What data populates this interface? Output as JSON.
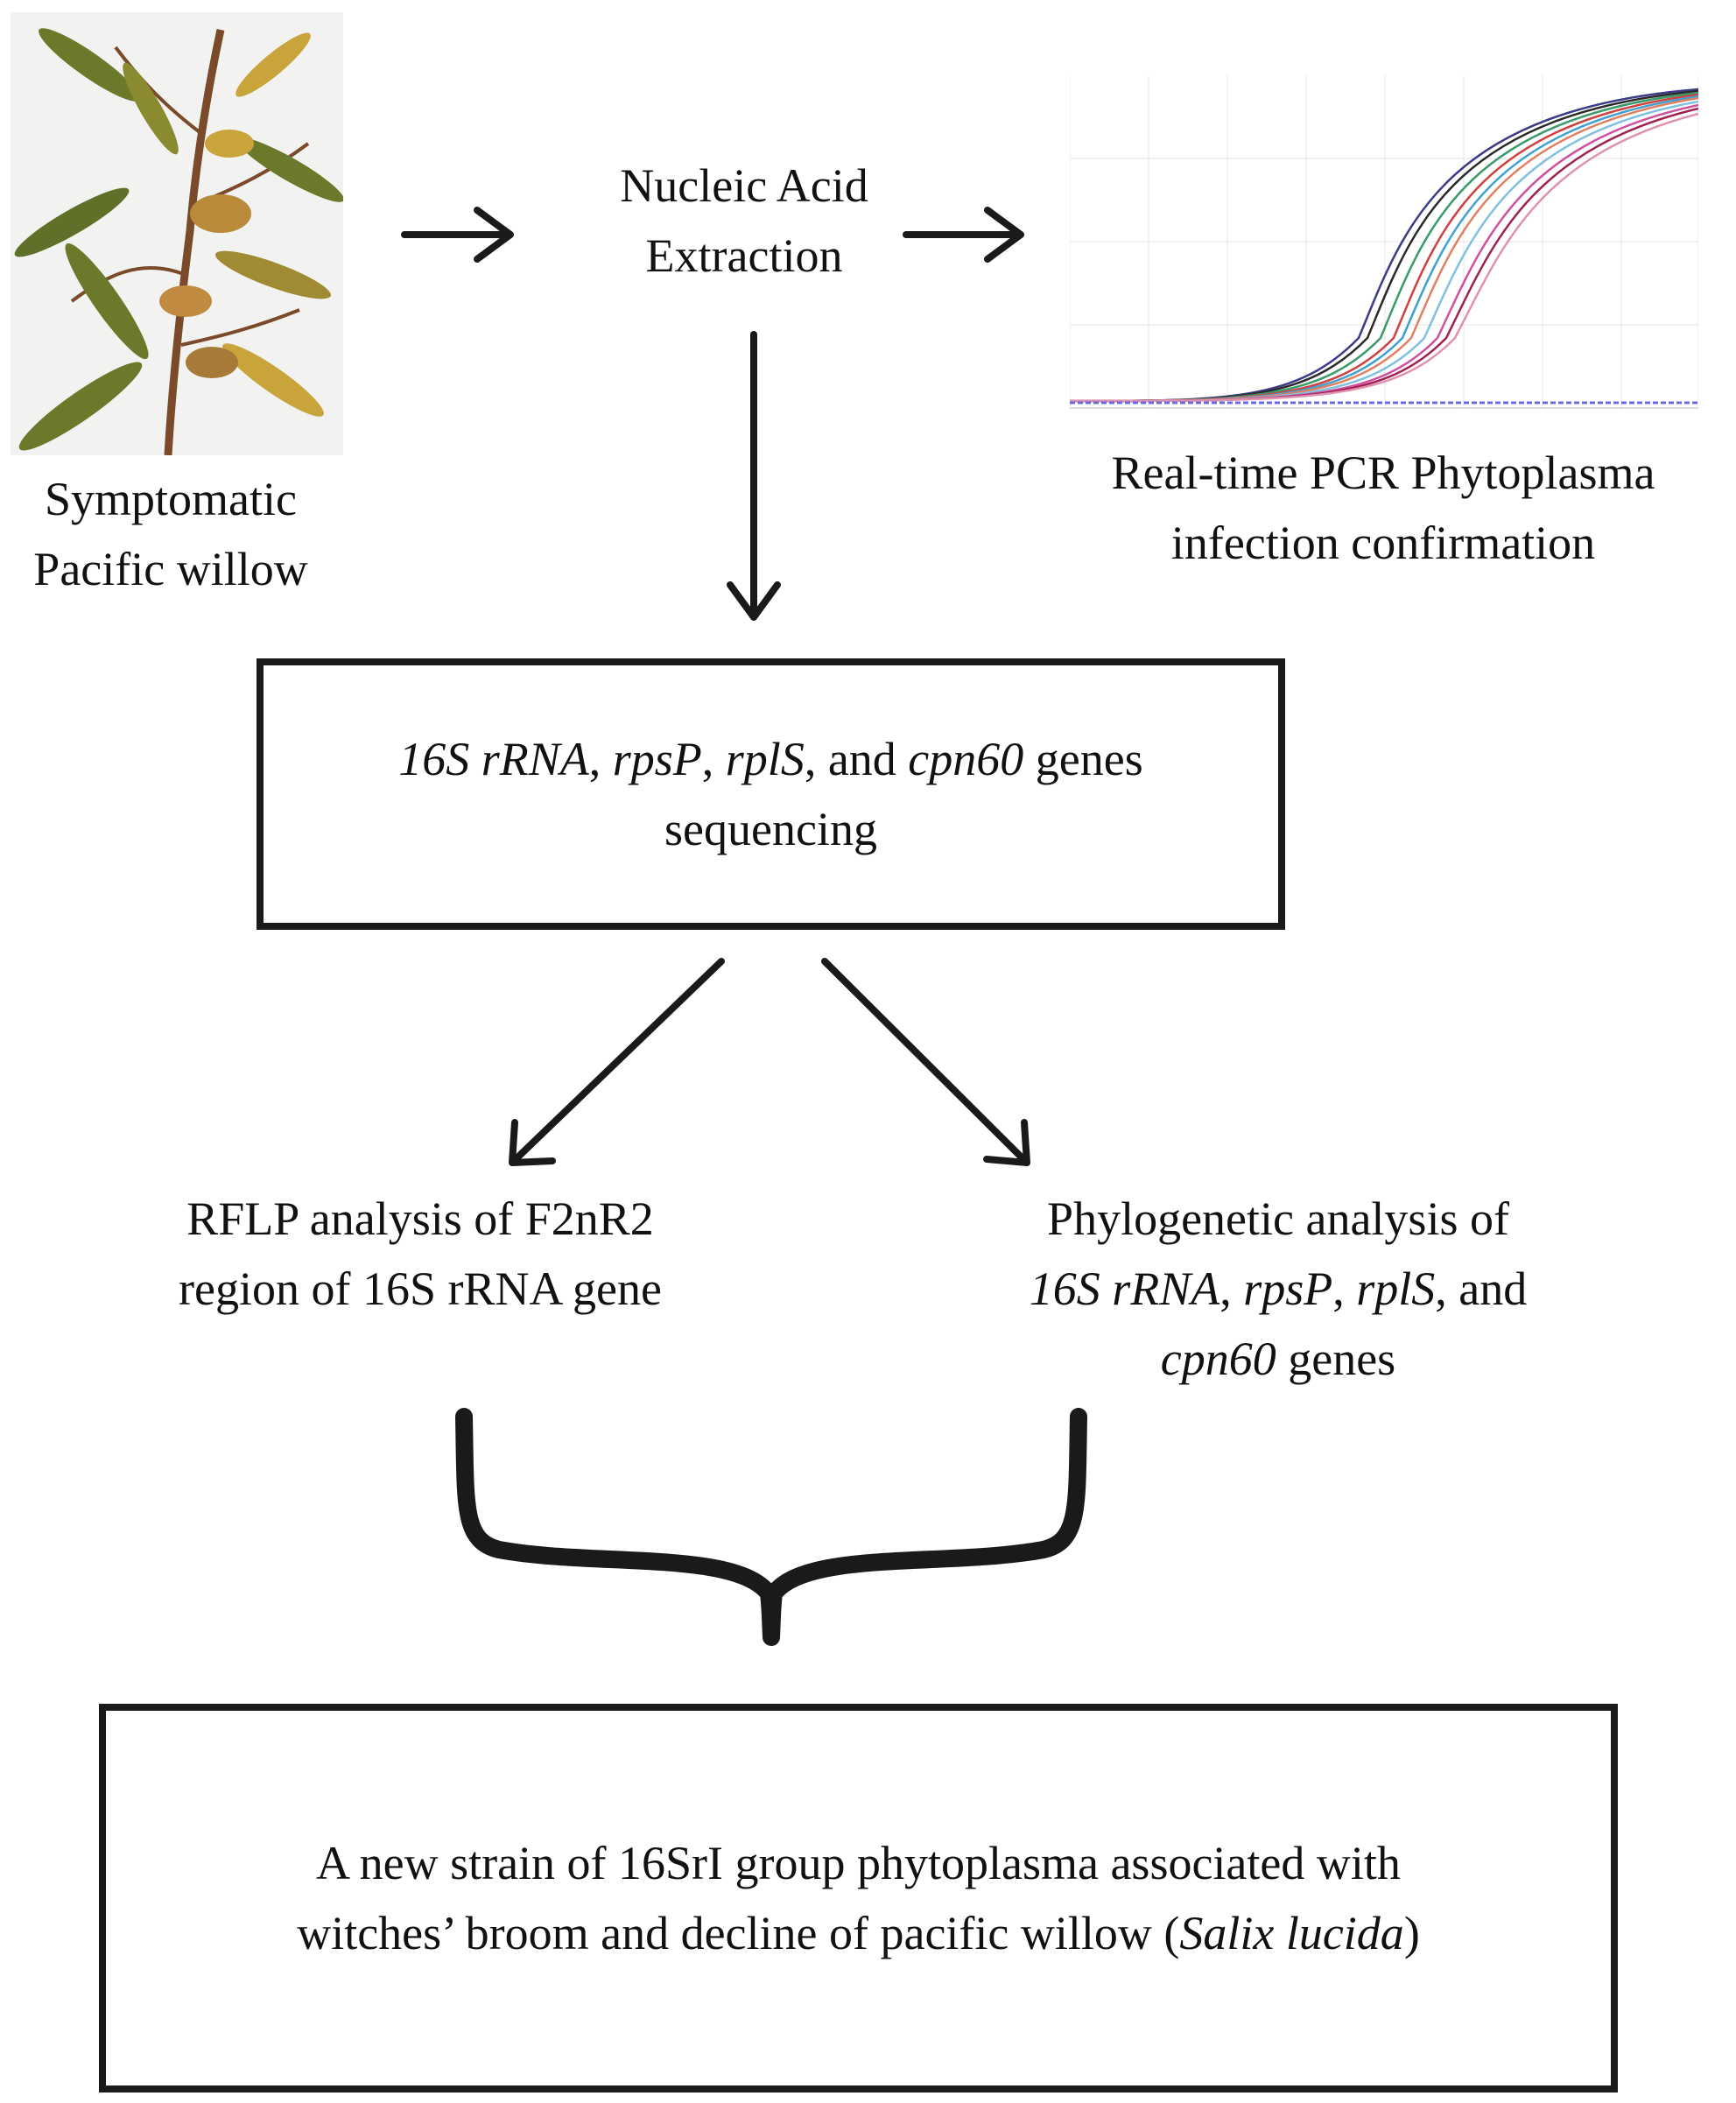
{
  "plant": {
    "caption_line1": "Symptomatic",
    "caption_line2": "Pacific willow"
  },
  "extraction": {
    "line1": "Nucleic Acid",
    "line2": "Extraction"
  },
  "pcr": {
    "caption_line1": "Real-time PCR Phytoplasma",
    "caption_line2": "infection confirmation"
  },
  "sequencing_box": {
    "gene1": "16S rRNA",
    "sep1": ", ",
    "gene2": "rpsP",
    "sep2": ", ",
    "gene3": "rplS",
    "sep3": ", and ",
    "gene4": "cpn60",
    "tail": " genes",
    "line2": "sequencing"
  },
  "rflp": {
    "line1": "RFLP analysis of F2nR2",
    "line2": "region of 16S rRNA gene"
  },
  "phylo": {
    "line1": "Phylogenetic analysis of",
    "gene1": "16S rRNA",
    "sep1": ", ",
    "gene2": "rpsP",
    "sep2": ", ",
    "gene3": "rplS",
    "sep3": ", and",
    "gene4": "cpn60",
    "tail": " genes"
  },
  "result_box": {
    "line1": "A new strain of 16SrI group phytoplasma associated with",
    "line2_pre": "witches’ broom and decline of pacific willow (",
    "species": "Salix lucida",
    "line2_post": ")"
  },
  "colors": {
    "ink": "#1a1a1a",
    "leaf_green": "#6b7a2a",
    "leaf_yellow": "#c9a43b",
    "stem": "#7a4a2a",
    "baseline_blue": "#6a6ae0"
  }
}
